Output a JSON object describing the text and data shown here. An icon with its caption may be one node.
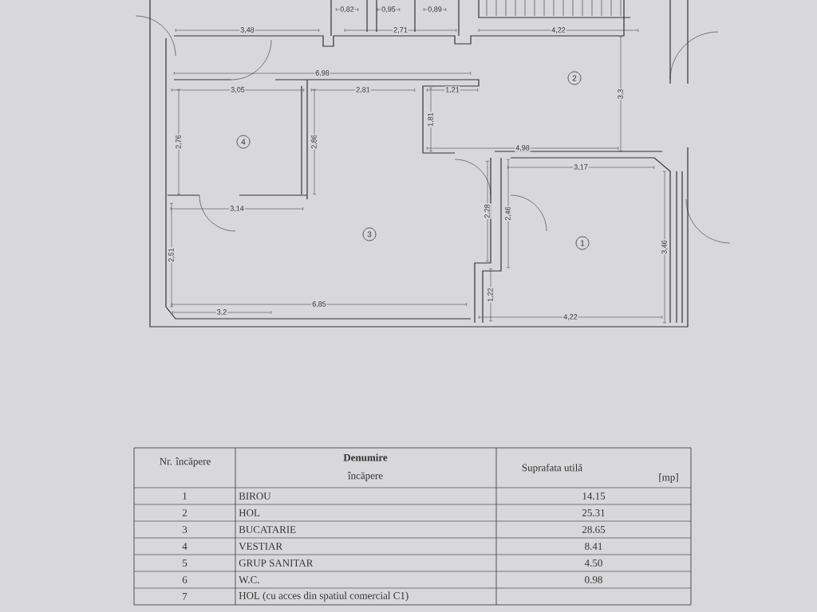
{
  "diagram": {
    "nodes": [
      {
        "text": [
          "2"
        ]
      },
      {
        "text": [
          "4"
        ]
      },
      {
        "text": [
          "3"
        ]
      },
      {
        "text": [
          "1"
        ]
      }
    ],
    "labels": [
      "0,82",
      "0,95",
      "0,89",
      "3,48",
      "2,71",
      "4,22",
      "6,98",
      "3,05",
      "2,81",
      "1,21",
      "3,3",
      "2,76",
      "2,86",
      "1,81",
      "4,98",
      "3,17",
      "3,14",
      "2,28",
      "2,46",
      "3,46",
      "2,51",
      "6,85",
      "3,2",
      "1,22",
      "4,22",
      "Nr. încăpere",
      "Denumire",
      "încăpere",
      "Suprafata utilă",
      "[mp]",
      "1",
      "BIROU",
      "14.15",
      "2",
      "HOL",
      "25.31",
      "3",
      "BUCATARIE",
      "28.65",
      "4",
      "VESTIAR",
      "8.41",
      "5",
      "GRUP SANITAR",
      "4.50",
      "6",
      "W.C.",
      "0.98",
      "7",
      "HOL (cu acces din spatiul comercial C1)"
    ]
  }
}
